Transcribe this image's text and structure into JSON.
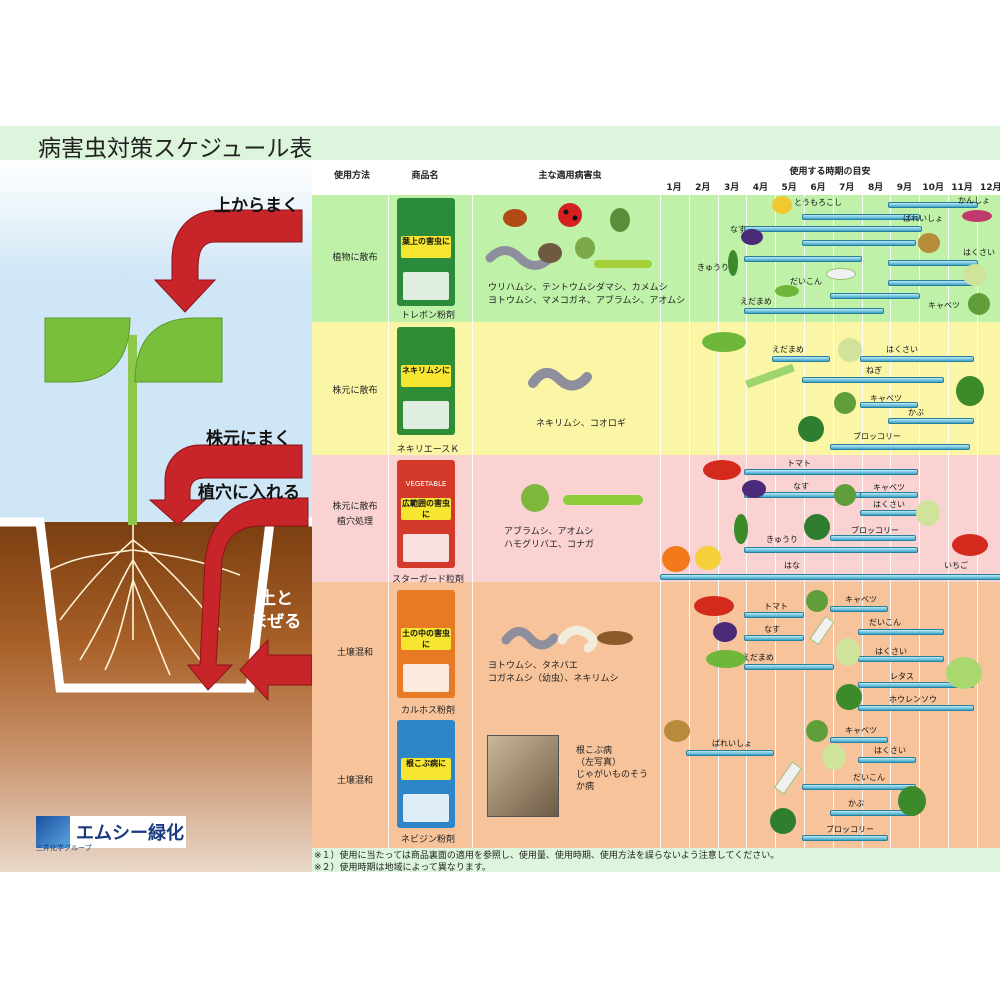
{
  "title": "病害虫対策スケジュール表",
  "left": {
    "arrow1": "上からまく",
    "arrow2": "株元にまく",
    "arrow3": "植穴に入れる",
    "arrow4": "土と\nまぜる"
  },
  "logo": {
    "name": "エムシー緑化",
    "sub": "三井化学グループ"
  },
  "header": {
    "method": "使用方法",
    "product": "商品名",
    "pests": "主な適用病害虫",
    "period": "使用する時期の目安",
    "months": [
      "1月",
      "2月",
      "3月",
      "4月",
      "5月",
      "6月",
      "7月",
      "8月",
      "9月",
      "10月",
      "11月",
      "12月"
    ]
  },
  "rows": [
    {
      "method": "植物に散布",
      "product": "トレボン粉剤",
      "package_lines": [
        "葉上の害虫に"
      ],
      "pests": "ウリハムシ、テントウムシダマシ、カメムシ\nヨトウムシ、マメコガネ、アブラムシ、アオムシ",
      "labels": [
        "とうもろこし",
        "かんしょ",
        "なす",
        "ばれいしょ",
        "はくさい",
        "きゅうり",
        "だいこん",
        "えだまめ",
        "キャベツ"
      ]
    },
    {
      "method": "株元に散布",
      "product": "ネキリエースＫ",
      "package_lines": [
        "ネキリムシに"
      ],
      "pests": "ネキリムシ、コオロギ",
      "labels": [
        "えだまめ",
        "はくさい",
        "ねぎ",
        "キャベツ",
        "かぶ",
        "ブロッコリー"
      ]
    },
    {
      "method": "株元に散布\n植穴処理",
      "product": "スターガード粒剤",
      "package_lines": [
        "VEGETABLE",
        "広範囲の害虫に"
      ],
      "pests": "アブラムシ、アオムシ\nハモグリバエ、コナガ",
      "labels": [
        "トマト",
        "なす",
        "キャベツ",
        "はくさい",
        "ブロッコリー",
        "きゅうり",
        "はな",
        "いちご"
      ]
    },
    {
      "method": "土壌混和",
      "product": "カルホス粉剤",
      "package_lines": [
        "土の中の害虫に"
      ],
      "pests": "ヨトウムシ、タネバエ\nコガネムシ（幼虫）、ネキリムシ",
      "labels": [
        "トマト",
        "キャベツ",
        "なす",
        "だいこん",
        "えだまめ",
        "はくさい",
        "レタス",
        "ホウレンソウ"
      ]
    },
    {
      "method": "土壌混和",
      "product": "ネビジン粉剤",
      "package_lines": [
        "根こぶ病に"
      ],
      "pests": "根こぶ病\n（左写真）\nじゃがいものそう\nか病",
      "labels": [
        "ばれいしょ",
        "キャベツ",
        "はくさい",
        "だいこん",
        "かぶ",
        "ブロッコリー"
      ]
    }
  ],
  "notes": [
    "※１）使用に当たっては商品裏面の適用を参照し、使用量、使用時期、使用方法を誤らないよう注意してください。",
    "※２）使用時期は地域によって異なります。"
  ],
  "colors": {
    "row1": "#bff2a8",
    "row2": "#fbf6a6",
    "row3": "#fbd2d2",
    "row4": "#f6c39a",
    "row5": "#f6c39a",
    "arrow": "#c8252a",
    "plant": "#6fb73a",
    "bar": "#3ba6c8"
  }
}
